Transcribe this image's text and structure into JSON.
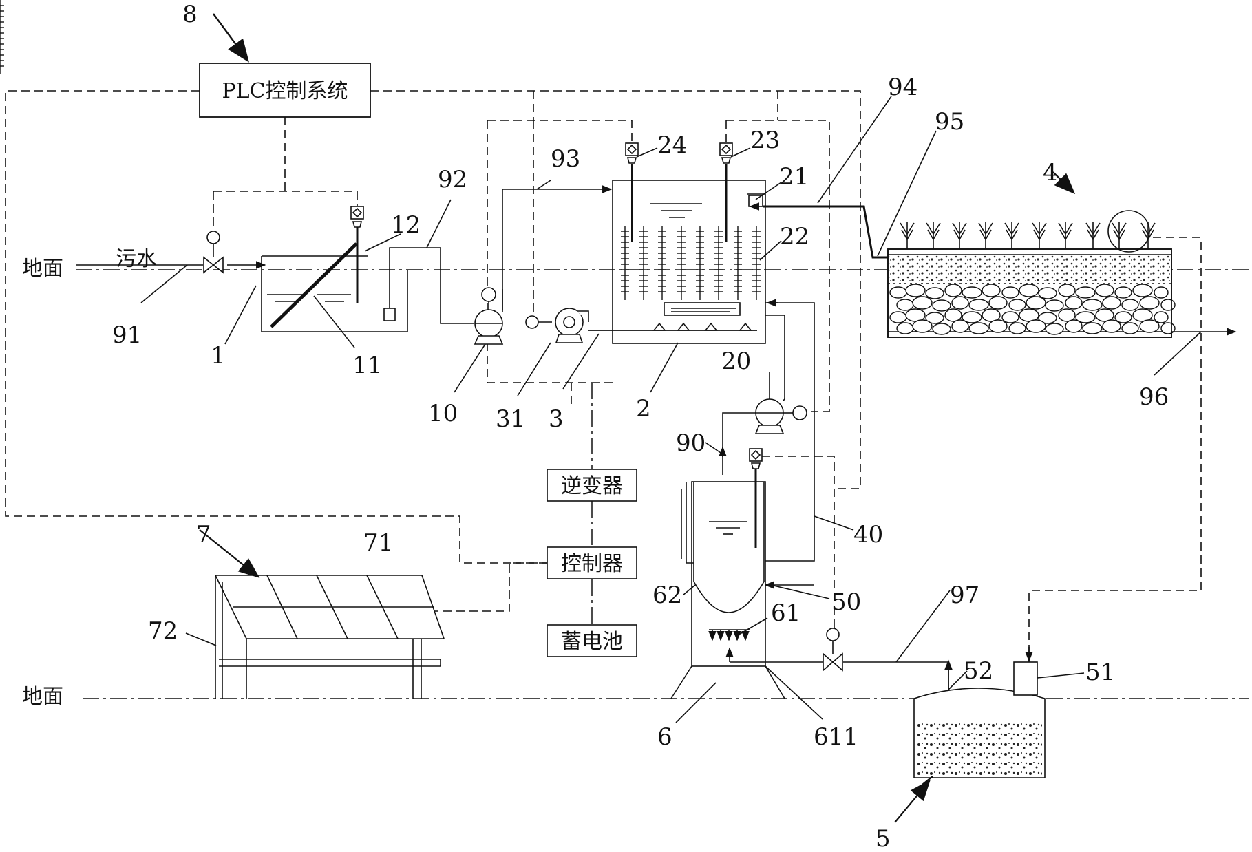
{
  "labels": {
    "plc": "PLC控制系统",
    "inverter": "逆变器",
    "controller": "控制器",
    "battery": "蓄电池",
    "ground_top": "地面",
    "ground_bottom": "地面",
    "sewage": "污水"
  },
  "numbers": {
    "n8": "8",
    "n94": "94",
    "n95": "95",
    "n24": "24",
    "n23": "23",
    "n93": "93",
    "n92": "92",
    "n21": "21",
    "n12": "12",
    "n22": "22",
    "n4": "4",
    "n91": "91",
    "n1": "1",
    "n11": "11",
    "n10": "10",
    "n31": "31",
    "n3": "3",
    "n2": "2",
    "n20": "20",
    "n96": "96",
    "n90": "90",
    "n40": "40",
    "n7": "7",
    "n71": "71",
    "n62": "62",
    "n50": "50",
    "n72": "72",
    "n61": "61",
    "n97": "97",
    "n52": "52",
    "n51": "51",
    "n6": "6",
    "n611": "611",
    "n5": "5"
  }
}
